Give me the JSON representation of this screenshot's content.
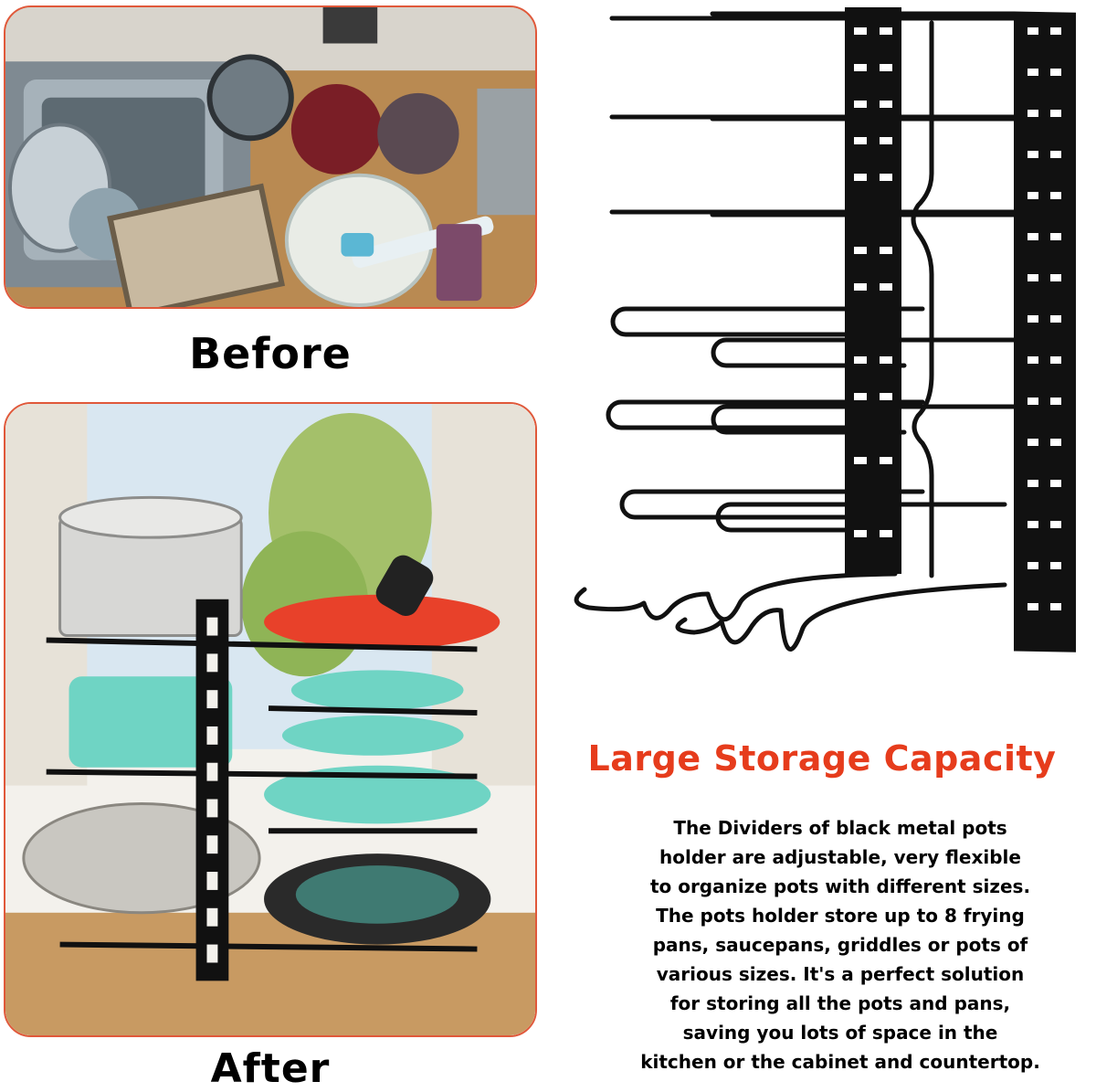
{
  "before": {
    "caption": "Before"
  },
  "after": {
    "caption": "After"
  },
  "feature": {
    "headline": "Large Storage Capacity",
    "description_lines": [
      "The Dividers of black metal pots",
      "holder are adjustable, very flexible",
      "to organize pots with different sizes.",
      "The pots holder store up to 8 frying",
      "pans, saucepans, griddles or pots of",
      "various sizes. It's a perfect solution",
      "for storing all the pots and pans,",
      "saving you lots of space in the",
      "kitchen or the cabinet and countertop."
    ]
  },
  "colors": {
    "panel_border": "#e0583a",
    "headline": "#e63c1c",
    "rack": "#111111",
    "teal_pan": "#6fd4c4",
    "red_pan": "#e8412a"
  }
}
